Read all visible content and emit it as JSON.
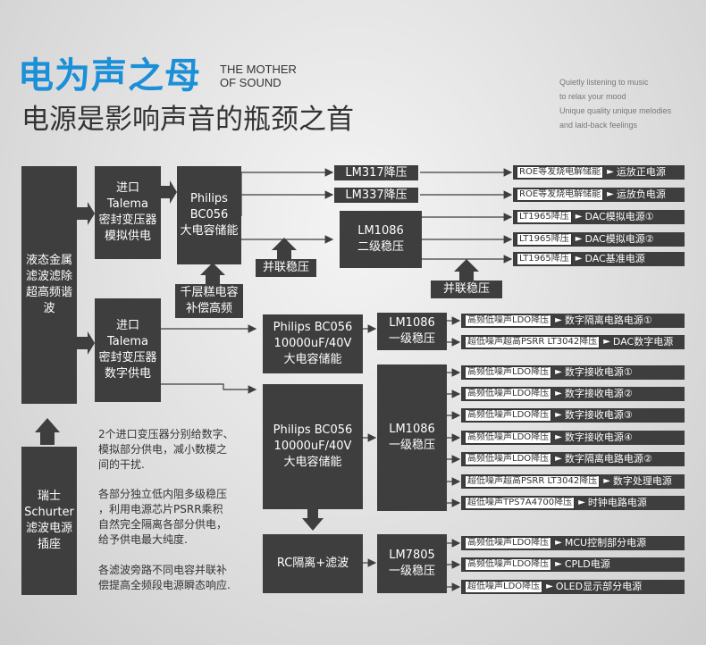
{
  "header": {
    "title_cn": "电为声之母",
    "title_en_line1": "THE MOTHER",
    "title_en_line2": "OF SOUND",
    "subtitle": "电源是影响声音的瓶颈之首",
    "quote": [
      "Quietly listening to music",
      "to relax your mood",
      "Unique quality unique melodies",
      "and laid-back feelings"
    ]
  },
  "boxes": {
    "filter_socket": [
      "液态金属",
      "滤波滤除",
      "超高频谐",
      "波"
    ],
    "schurter": [
      "瑞士",
      "Schurter",
      "滤波电源",
      "插座"
    ],
    "talema_analog": [
      "进口",
      "Talema",
      "密封变压器",
      "模拟供电"
    ],
    "talema_digital": [
      "进口",
      "Talema",
      "密封变压器",
      "数字供电"
    ],
    "philips_analog": [
      "Philips",
      "BC056",
      "大电容储能"
    ],
    "film_cap": [
      "千层糕电容",
      "补偿高频"
    ],
    "parallel1": "并联稳压",
    "parallel2": "并联稳压",
    "lm317": "LM317降压",
    "lm337": "LM337降压",
    "lm1086_2": [
      "LM1086",
      "二级稳压"
    ],
    "philips_dig1": [
      "Philips BC056",
      "10000uF/40V",
      "大电容储能"
    ],
    "philips_dig2": [
      "Philips BC056",
      "10000uF/40V",
      "大电容储能"
    ],
    "rc": "RC隔离+滤波",
    "lm1086_1a": [
      "LM1086",
      "一级稳压"
    ],
    "lm1086_1b": [
      "LM1086",
      "一级稳压"
    ],
    "lm7805": [
      "LM7805",
      "一级稳压"
    ]
  },
  "analog_outputs": [
    {
      "tag": "ROE等发烧电解储能",
      "label": "运放正电源"
    },
    {
      "tag": "ROE等发烧电解储能",
      "label": "运放负电源"
    },
    {
      "tag": "LT1965降压",
      "label": "DAC模拟电源①"
    },
    {
      "tag": "LT1965降压",
      "label": "DAC模拟电源②"
    },
    {
      "tag": "LT1965降压",
      "label": "DAC基准电源"
    }
  ],
  "digital_outputs_a": [
    {
      "tag": "高频低噪声LDO降压",
      "label": "数字隔离电路电源①"
    },
    {
      "tag": "超低噪声超高PSRR LT3042降压",
      "label": "DAC数字电源"
    }
  ],
  "digital_outputs_b": [
    {
      "tag": "高频低噪声LDO降压",
      "label": "数字接收电源①"
    },
    {
      "tag": "高频低噪声LDO降压",
      "label": "数字接收电源②"
    },
    {
      "tag": "高频低噪声LDO降压",
      "label": "数字接收电源③"
    },
    {
      "tag": "高频低噪声LDO降压",
      "label": "数字接收电源④"
    },
    {
      "tag": "高频低噪声LDO降压",
      "label": "数字隔离电路电源②"
    },
    {
      "tag": "超低噪声超高PSRR LT3042降压",
      "label": "数字处理电源"
    },
    {
      "tag": "超低噪声TPS7A4700降压",
      "label": "时钟电路电源"
    }
  ],
  "digital_outputs_c": [
    {
      "tag": "高频低噪声LDO降压",
      "label": "MCU控制部分电源"
    },
    {
      "tag": "高频低噪声LDO降压",
      "label": "CPLD电源"
    },
    {
      "tag": "超低噪声LDO降压",
      "label": "OLED显示部分电源"
    }
  ],
  "notes": [
    [
      "2个进口变压器分别给数字、",
      "模拟部分供电，减小数模之",
      "间的干扰."
    ],
    [
      "各部分独立低内阻多级稳压",
      "，利用电源芯片PSRR乘积",
      "自然完全隔离各部分供电，",
      "给予供电最大纯度."
    ],
    [
      "各滤波旁路不同电容并联补",
      "偿提高全频段电源瞬态响应."
    ]
  ],
  "colors": {
    "accent": "#1b8fd8",
    "box": "#3e3e3e",
    "background": "#e3e3e3"
  }
}
